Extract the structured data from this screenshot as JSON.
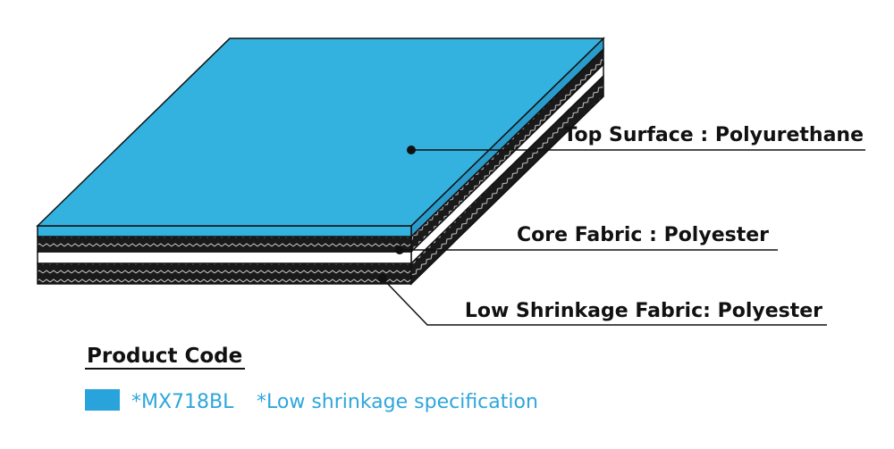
{
  "callouts": {
    "top_surface": "Top Surface : Polyurethane",
    "core_fabric": "Core Fabric : Polyester",
    "low_shrink": "Low Shrinkage Fabric: Polyester"
  },
  "product_code": {
    "title": "Product Code",
    "code": "*MX718BL",
    "note": "*Low shrinkage specification"
  },
  "colors": {
    "surface": "#33b2e0",
    "fabric": "#1a1a1a",
    "swatch": "#29a3db",
    "code_text": "#2ea6dc",
    "line": "#111111"
  }
}
